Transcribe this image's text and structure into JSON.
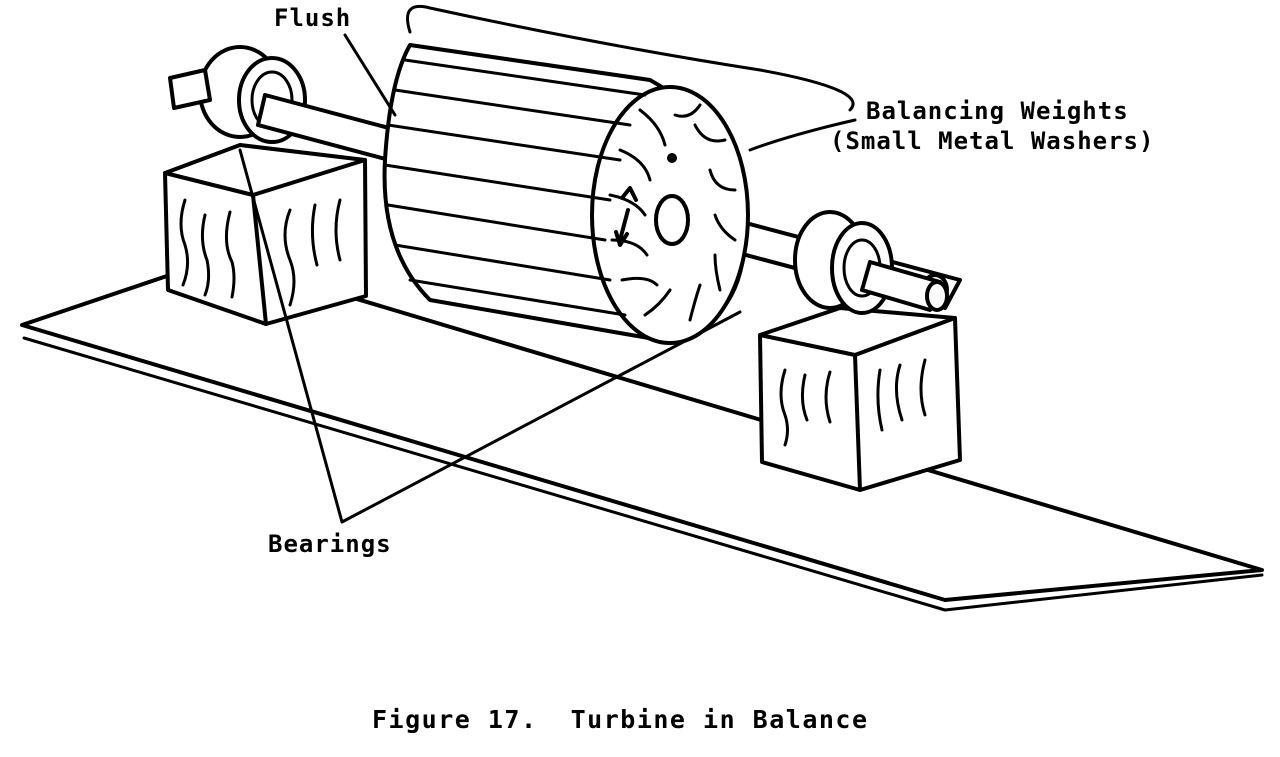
{
  "figure": {
    "caption": "Figure 17.  Turbine in Balance",
    "labels": {
      "flush": "Flush",
      "balancing_weights_line1": "Balancing Weights",
      "balancing_weights_line2": "(Small Metal Washers)",
      "bearings": "Bearings"
    },
    "colors": {
      "ink": "#000000",
      "paper": "#ffffff"
    }
  }
}
